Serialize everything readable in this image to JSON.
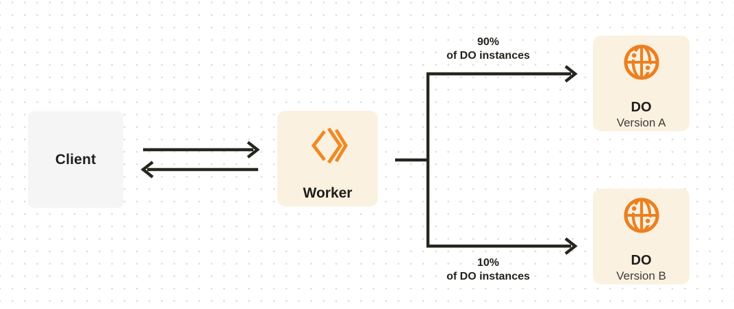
{
  "diagram": {
    "nodes": {
      "client": {
        "label": "Client"
      },
      "worker": {
        "label": "Worker",
        "icon": "workers-logo-icon"
      },
      "do_version_a": {
        "title": "DO",
        "subtitle": "Version A",
        "icon": "globe-icon"
      },
      "do_version_b": {
        "title": "DO",
        "subtitle": "Version B",
        "icon": "globe-icon"
      }
    },
    "edge_labels": {
      "to_version_a": {
        "line1": "90%",
        "line2": "of DO instances"
      },
      "to_version_b": {
        "line1": "10%",
        "line2": "of DO instances"
      }
    },
    "colors": {
      "background": "#ffffff",
      "dot_grid": "#dedcd9",
      "client_box": "#f5f5f6",
      "cream_box": "#fbf1e1",
      "orange": "#ed7f1f",
      "worker_logo_orange": "#f08a24",
      "line": "#26251e",
      "text_primary": "#1e1d19",
      "text_secondary": "#3c3b37"
    }
  }
}
